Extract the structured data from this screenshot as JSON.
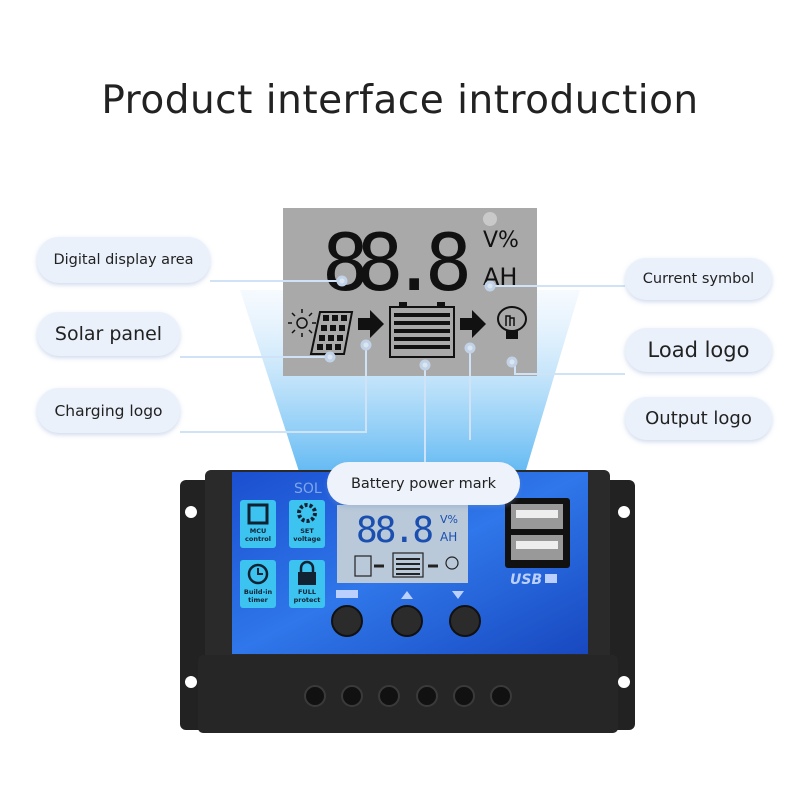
{
  "title": "Product interface introduction",
  "callouts": {
    "digital_display_area": "Digital display area",
    "solar_panel": "Solar panel",
    "charging_logo": "Charging logo",
    "current_symbol": "Current symbol",
    "load_logo": "Load logo",
    "output_logo": "Output logo",
    "battery_power_mark": "Battery power mark"
  },
  "lcd": {
    "digits": "88.8",
    "unit_top": "V%",
    "unit_bottom": "AH"
  },
  "device": {
    "brand_partial": "SOL",
    "features": [
      {
        "label1": "MCU",
        "label2": "control",
        "icon": "chip-icon"
      },
      {
        "label1": "SET",
        "label2": "voltage",
        "icon": "gear-icon"
      },
      {
        "label1": "Build-in",
        "label2": "timer",
        "icon": "clock-icon"
      },
      {
        "label1": "FULL",
        "label2": "protect",
        "icon": "lock-icon"
      }
    ],
    "usb_label": "USB",
    "buttons": [
      "menu-button",
      "up-button",
      "down-button"
    ]
  },
  "colors": {
    "panel_blue": "#1f5fd8",
    "lcd_gray": "#a9a9a9",
    "callout_bg": "#eaf1fb",
    "feature_cyan": "#3cc3f0"
  }
}
